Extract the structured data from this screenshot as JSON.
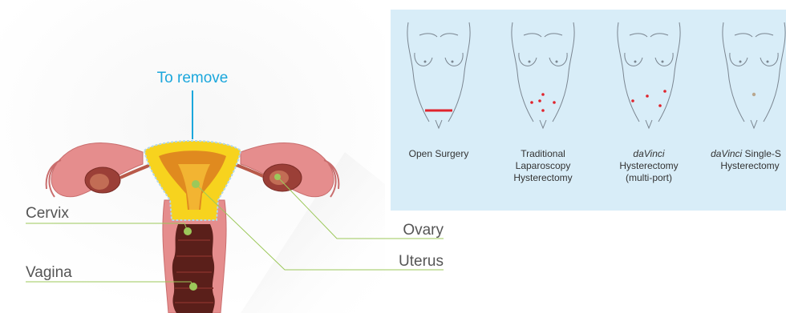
{
  "anatomy": {
    "remove_label": "To remove",
    "labels": {
      "cervix": "Cervix",
      "vagina": "Vagina",
      "ovary": "Ovary",
      "uterus": "Uterus"
    }
  },
  "procedures": [
    {
      "line1": "Open Surgery",
      "line2": "",
      "line3": "",
      "incision": "horizontal-red-line"
    },
    {
      "line1": "Traditional",
      "line2": "Laparoscopy",
      "line3": "Hysterectomy",
      "incision": "five-red-dots"
    },
    {
      "line1": "daVinci",
      "line2": "Hysterectomy",
      "line3": "(multi-port)",
      "incision": "four-red-dots"
    },
    {
      "line1": "daVinci",
      "line1_suffix": " Single-S",
      "line2": "Hysterectomy",
      "line3": "",
      "incision": "single-umbilical-dot"
    }
  ],
  "colors": {
    "accent_blue": "#1ba7dc",
    "leader_green": "#9cc85a",
    "panel_bg": "#d8edf8",
    "incision_red": "#e0232c"
  }
}
